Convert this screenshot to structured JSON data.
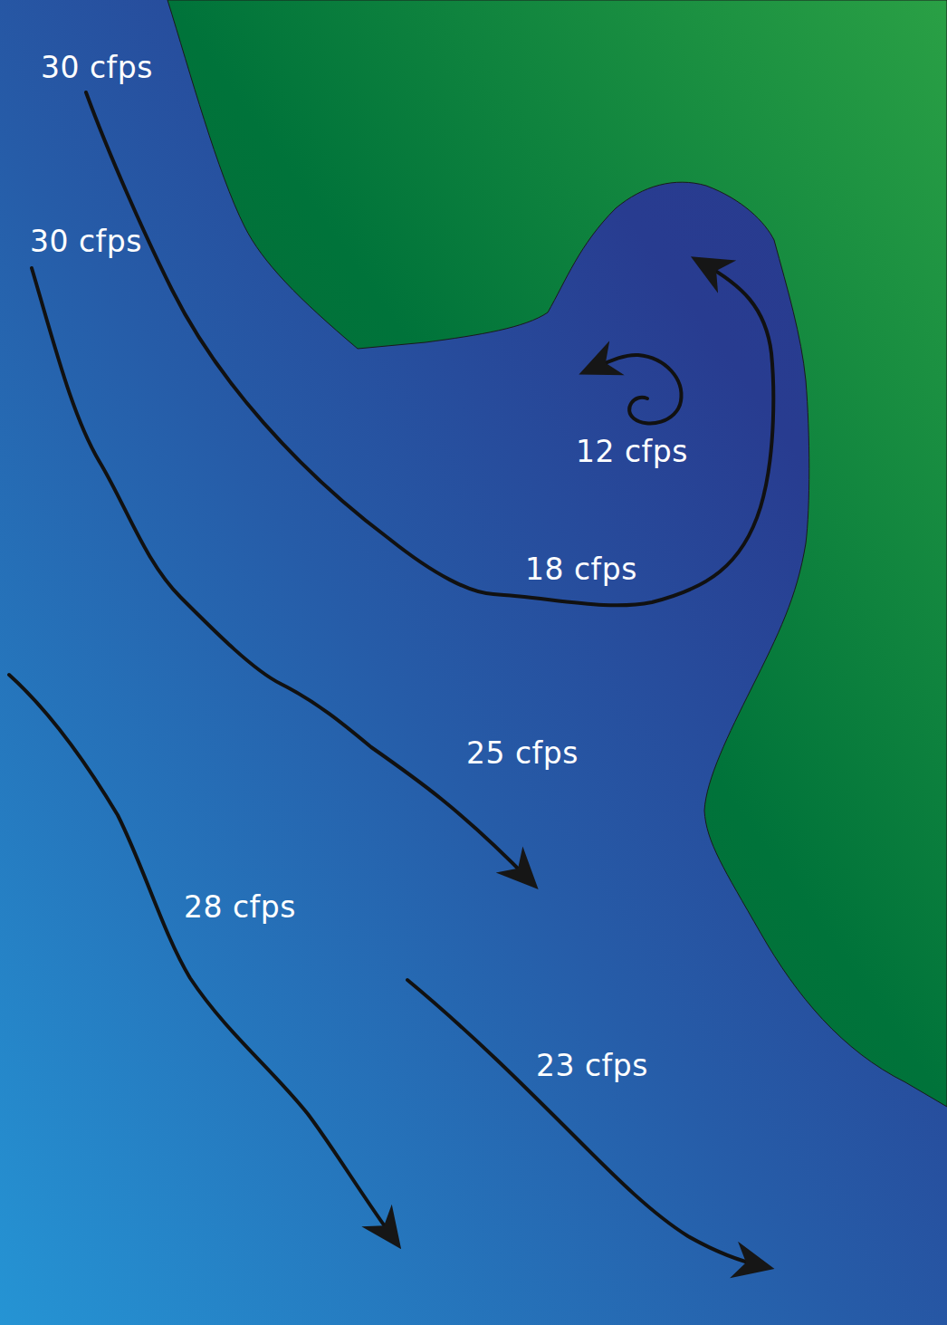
{
  "diagram": {
    "labels": [
      "30 cfps",
      "30 cfps",
      "12 cfps",
      "18 cfps",
      "25 cfps",
      "28 cfps",
      "23 cfps"
    ]
  }
}
